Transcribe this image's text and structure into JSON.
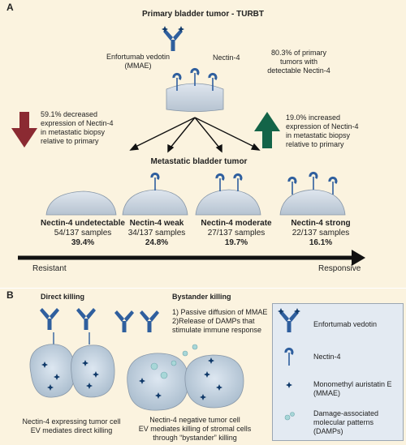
{
  "panel_a": {
    "letter": "A",
    "title": "Primary bladder tumor - TURBT",
    "drug_label_line1": "Enfortumab vedotin",
    "drug_label_line2": "(MMAE)",
    "target_label": "Nectin-4",
    "primary_stat_line1": "80.3% of primary",
    "primary_stat_line2": "tumors with",
    "primary_stat_line3": "detectable Nectin-4",
    "decrease_line1": "59.1% decreased",
    "decrease_line2": "expression of Nectin-4",
    "decrease_line3": "in metastatic biopsy",
    "decrease_line4": "relative to primary",
    "increase_line1": "19.0% increased",
    "increase_line2": "expression of Nectin-4",
    "increase_line3": "in metastatic biopsy",
    "increase_line4": "relative to primary",
    "metastatic_title": "Metastatic bladder tumor",
    "categories": [
      {
        "name": "Nectin-4 undetectable",
        "samples": "54/137 samples",
        "percent": "39.4%"
      },
      {
        "name": "Nectin-4 weak",
        "samples": "34/137 samples",
        "percent": "24.8%"
      },
      {
        "name": "Nectin-4 moderate",
        "samples": "27/137 samples",
        "percent": "19.7%"
      },
      {
        "name": "Nectin-4 strong",
        "samples": "22/137 samples",
        "percent": "16.1%"
      }
    ],
    "axis_left": "Resistant",
    "axis_right": "Responsive"
  },
  "panel_b": {
    "letter": "B",
    "direct_title": "Direct killing",
    "bystander_title": "Bystander killing",
    "mechanism_line1": "1) Passive diffusion of MMAE",
    "mechanism_line2": "2)Release of DAMPs that",
    "mechanism_line3": "stimulate immune response",
    "direct_caption_line1": "Nectin-4 expressing tumor cell",
    "direct_caption_line2": "EV mediates direct killing",
    "bystander_caption_line1": "Nectin-4 negative tumor cell",
    "bystander_caption_line2": "EV mediates killing of stromal cells",
    "bystander_caption_line3": "through “bystander” killing"
  },
  "legend": {
    "items": [
      {
        "icon": "antibody-icon",
        "label_line1": "Enfortumab vedotin",
        "label_line2": ""
      },
      {
        "icon": "nectin4-receptor-icon",
        "label_line1": "Nectin-4",
        "label_line2": ""
      },
      {
        "icon": "mmae-star-icon",
        "label_line1": "Monomethyl auristatin E",
        "label_line2": "(MMAE)"
      },
      {
        "icon": "damp-icon",
        "label_line1": "Damage-associated",
        "label_line2": "molecular patterns (DAMPs)"
      }
    ]
  },
  "colors": {
    "background": "#fbf3df",
    "antibody_blue": "#2f5f9e",
    "cell_gray": "#c9d6e3",
    "decrease_arrow": "#8b2a32",
    "increase_arrow": "#136448",
    "axis": "#111111"
  }
}
